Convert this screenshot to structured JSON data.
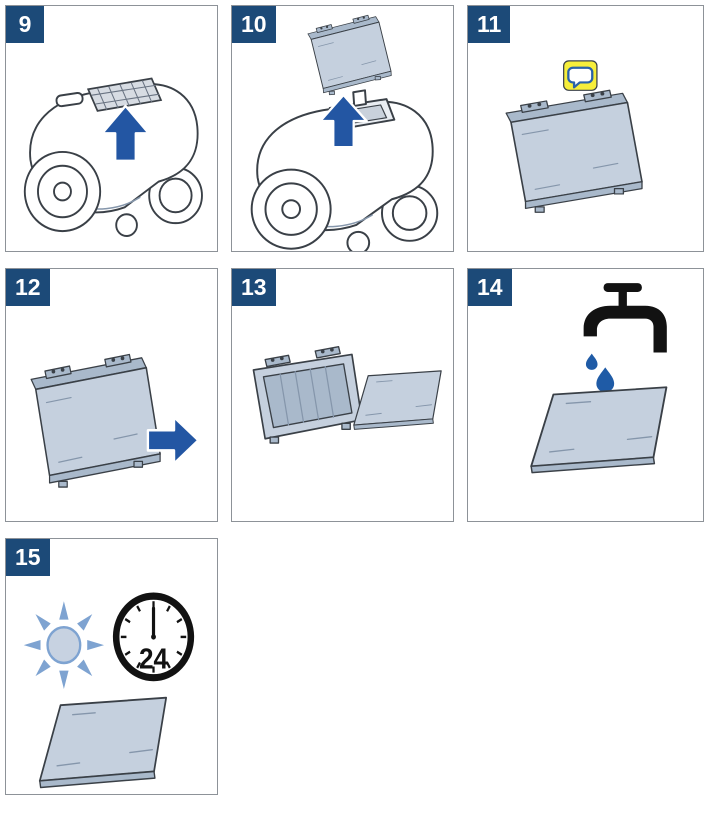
{
  "colors": {
    "badge_bg": "#1c4a78",
    "arrow_blue": "#2356a3",
    "filter_fill": "#c5d0de",
    "filter_edge": "#a9b9cb",
    "line": "#3a4047",
    "detail_line": "#8596ab",
    "note_yellow": "#f6ee3b",
    "bubble_blue": "#2a62a8",
    "drop_blue": "#1f5ba6",
    "sun_blue": "#7ea3d1",
    "sun_center": "#c7d2e1",
    "clock_black": "#121212",
    "grille_fill": "#d7dce3",
    "hatch_line": "#697382",
    "panel_border": "#8d9298"
  },
  "panels": [
    {
      "number": "9",
      "icons": [
        "up-arrow-icon"
      ],
      "illustration": "vacuum-cleaner-filter-location"
    },
    {
      "number": "10",
      "icons": [
        "up-arrow-icon"
      ],
      "illustration": "lift-filter-cassette-out-of-vacuum"
    },
    {
      "number": "11",
      "icons": [
        "speech-bubble-icon"
      ],
      "illustration": "filter-cassette"
    },
    {
      "number": "12",
      "icons": [
        "right-arrow-icon"
      ],
      "illustration": "slide-filter-out-of-cassette"
    },
    {
      "number": "13",
      "icons": [],
      "illustration": "separate-filter-frame-and-foam-filter"
    },
    {
      "number": "14",
      "icons": [
        "faucet-icon",
        "water-drop-icon"
      ],
      "illustration": "rinse-filter-under-tap"
    },
    {
      "number": "15",
      "icons": [
        "sun-icon",
        "clock-icon"
      ],
      "illustration": "dry-filter-in-sun",
      "clock_label": "24"
    }
  ]
}
